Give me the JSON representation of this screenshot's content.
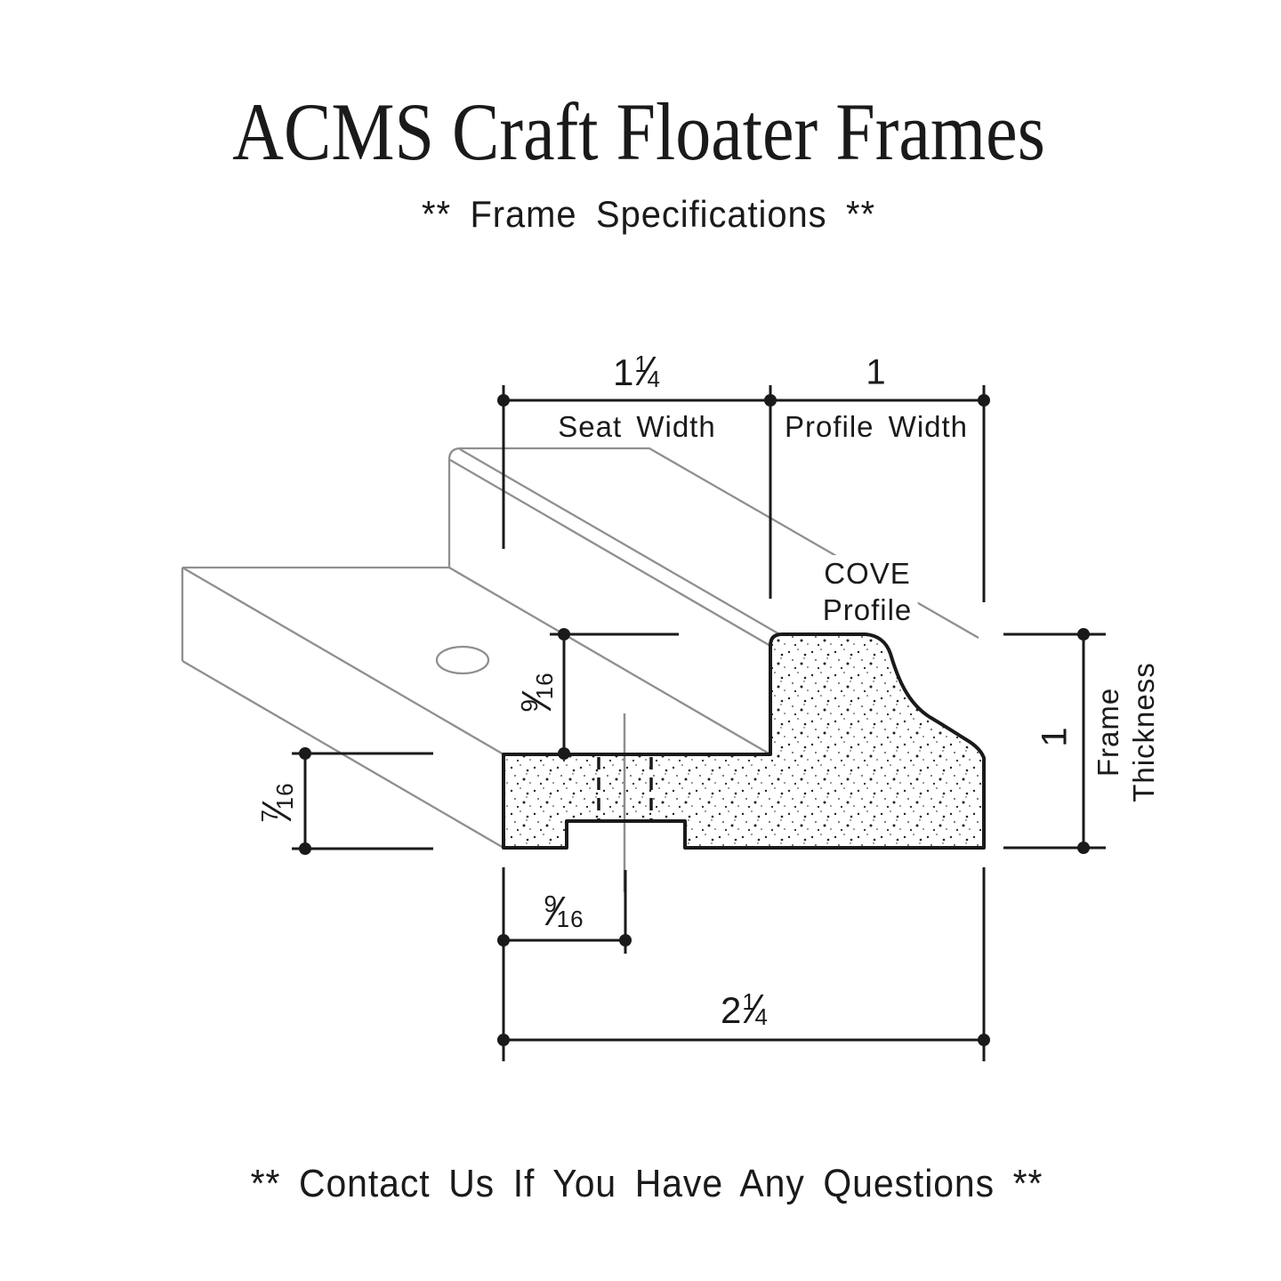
{
  "title": "ACMS Craft Floater Frames",
  "subtitle": "** Frame Specifications **",
  "footer": "** Contact Us If You Have Any Questions **",
  "glyphs": {
    "frac_slash": "⁄"
  },
  "profile_label": {
    "line1": "COVE",
    "line2": "Profile"
  },
  "dimensions": {
    "seat_width": {
      "whole": "1",
      "num": "1",
      "den": "4",
      "label": "Seat Width"
    },
    "profile_width": {
      "value": "1",
      "label": "Profile Width"
    },
    "profile_height": {
      "num": "9",
      "den": "16"
    },
    "seat_thickness": {
      "num": "7",
      "den": "16"
    },
    "frame_thickness": {
      "value": "1",
      "label_line1": "Frame",
      "label_line2": "Thickness"
    },
    "slot_offset": {
      "num": "9",
      "den": "16"
    },
    "overall_width": {
      "whole": "2",
      "num": "1",
      "den": "4"
    }
  },
  "colors": {
    "line": "#1a1a1a",
    "iso_line": "#8f8f8f",
    "background": "#ffffff"
  }
}
